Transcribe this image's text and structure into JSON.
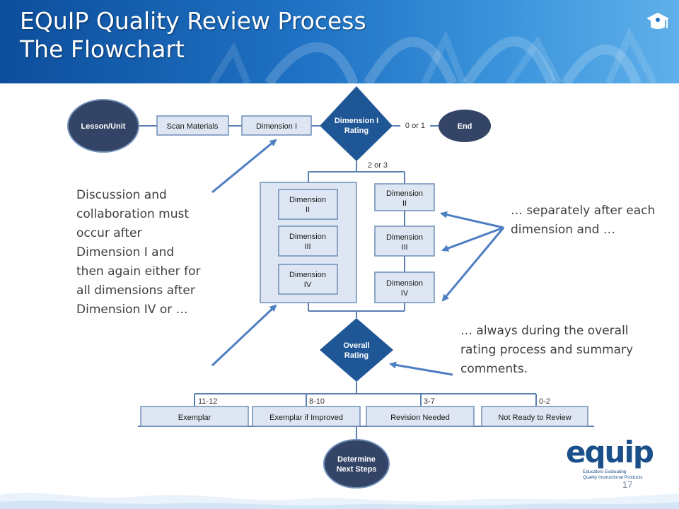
{
  "slide": {
    "title_line1": "EQuIP Quality Review Process",
    "title_line2": "The Flowchart",
    "page_number": "17"
  },
  "flowchart": {
    "start": "Lesson/Unit",
    "scan": "Scan Materials",
    "dim1": "Dimension I",
    "dim1_rating_line1": "Dimension I",
    "dim1_rating_line2": "Rating",
    "end": "End",
    "edge_0or1": "0 or 1",
    "edge_2or3": "2 or 3",
    "group_left": [
      {
        "line1": "Dimension",
        "line2": "II"
      },
      {
        "line1": "Dimension",
        "line2": "III"
      },
      {
        "line1": "Dimension",
        "line2": "IV"
      }
    ],
    "group_right": [
      {
        "line1": "Dimension",
        "line2": "II"
      },
      {
        "line1": "Dimension",
        "line2": "III"
      },
      {
        "line1": "Dimension",
        "line2": "IV"
      }
    ],
    "overall_line1": "Overall",
    "overall_line2": "Rating",
    "outcomes": [
      {
        "range": "11-12",
        "label": "Exemplar"
      },
      {
        "range": "8-10",
        "label": "Exemplar if Improved"
      },
      {
        "range": "3-7",
        "label": "Revision Needed"
      },
      {
        "range": "0-2",
        "label": "Not Ready to Review"
      }
    ],
    "next_line1": "Determine",
    "next_line2": "Next Steps"
  },
  "captions": {
    "left": [
      "Discussion and",
      "collaboration must",
      "occur after",
      "Dimension I and",
      "then again either for",
      "all dimensions  after",
      "Dimension IV or …"
    ],
    "right": [
      "… separately after each",
      "dimension and …"
    ],
    "bottom": [
      "… always during the overall",
      "rating process and summary",
      "comments."
    ]
  },
  "logo": {
    "word": "equip",
    "tagline_line1": "Educators Evaluating",
    "tagline_line2": "Quality Instructional Products"
  },
  "colors": {
    "banner_dark": "#0d4e9c",
    "banner_light": "#5fb0ea",
    "node_dark": "#334466",
    "diamond": "#1f5796",
    "box_fill": "#dde6f2",
    "box_border": "#6f8fb8",
    "arrow": "#4d7ec2"
  }
}
